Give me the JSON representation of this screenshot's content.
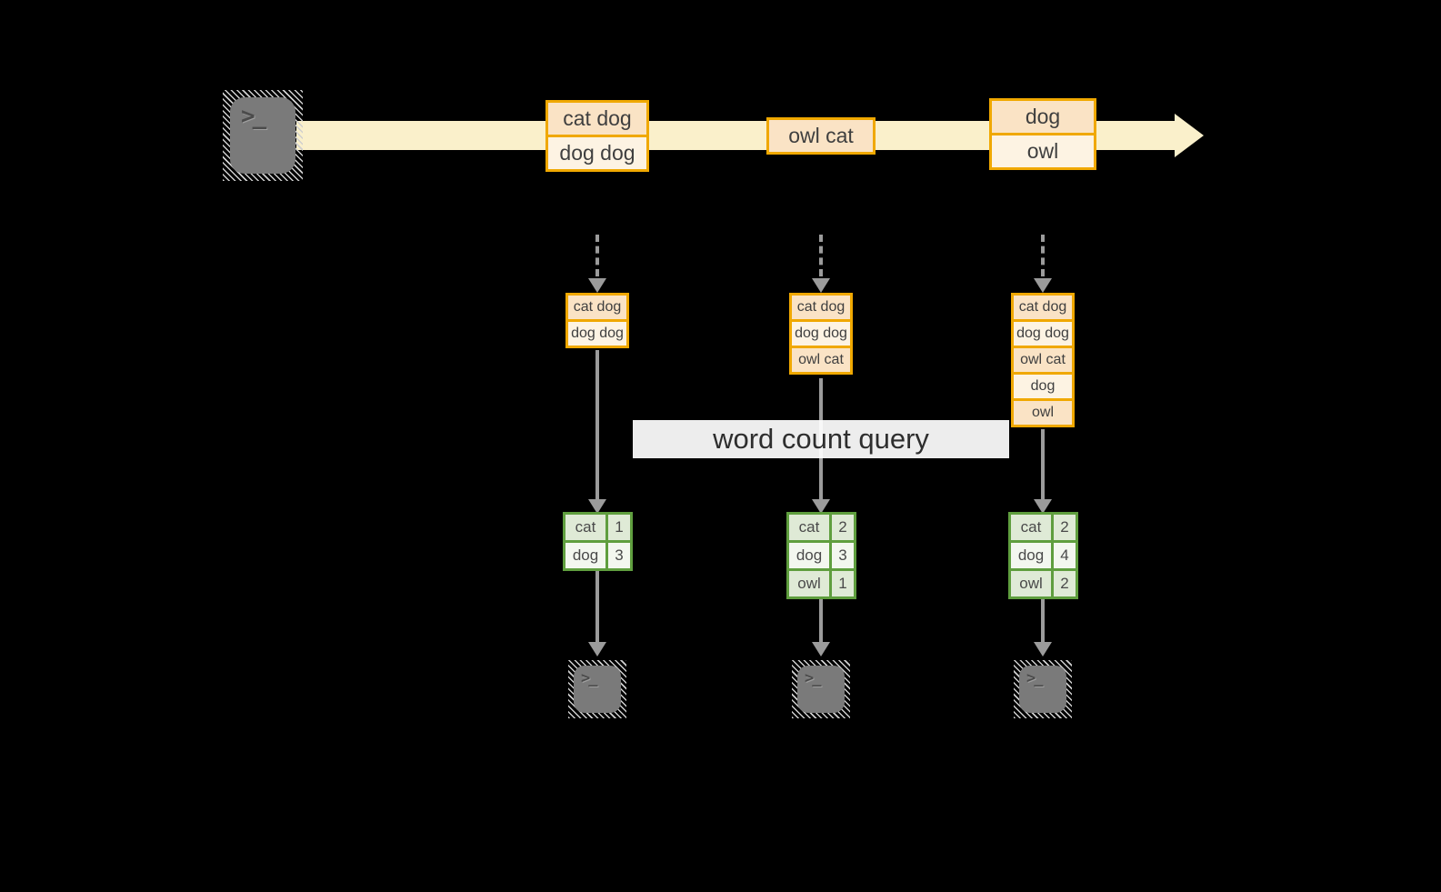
{
  "labels": {
    "query": "word count query"
  },
  "icons": {
    "terminal_prompt": ">_"
  },
  "stream_batches": [
    {
      "rows": [
        "cat dog",
        "dog dog"
      ]
    },
    {
      "rows": [
        "owl cat"
      ]
    },
    {
      "rows": [
        "dog",
        "owl"
      ]
    }
  ],
  "running_states": [
    {
      "rows": [
        "cat dog",
        "dog dog"
      ]
    },
    {
      "rows": [
        "cat dog",
        "dog dog",
        "owl cat"
      ]
    },
    {
      "rows": [
        "cat dog",
        "dog dog",
        "owl cat",
        "dog",
        "owl"
      ]
    }
  ],
  "count_tables": [
    {
      "rows": [
        {
          "word": "cat",
          "count": "1"
        },
        {
          "word": "dog",
          "count": "3"
        }
      ]
    },
    {
      "rows": [
        {
          "word": "cat",
          "count": "2"
        },
        {
          "word": "dog",
          "count": "3"
        },
        {
          "word": "owl",
          "count": "1"
        }
      ]
    },
    {
      "rows": [
        {
          "word": "cat",
          "count": "2"
        },
        {
          "word": "dog",
          "count": "4"
        },
        {
          "word": "owl",
          "count": "2"
        }
      ]
    }
  ],
  "colors": {
    "background": "#000000",
    "stream": "#FAF0CB",
    "box_border": "#F0A800",
    "cell_peach": "#FAE3C5",
    "cell_cream": "#FDF3E3",
    "green_border": "#5F9E3E",
    "cell_green": "#DFEAD6",
    "cell_pale": "#F3F7EF",
    "arrow": "#9B9B9B",
    "terminal_body": "#7A7A7A",
    "text": "#3F3F3F"
  }
}
